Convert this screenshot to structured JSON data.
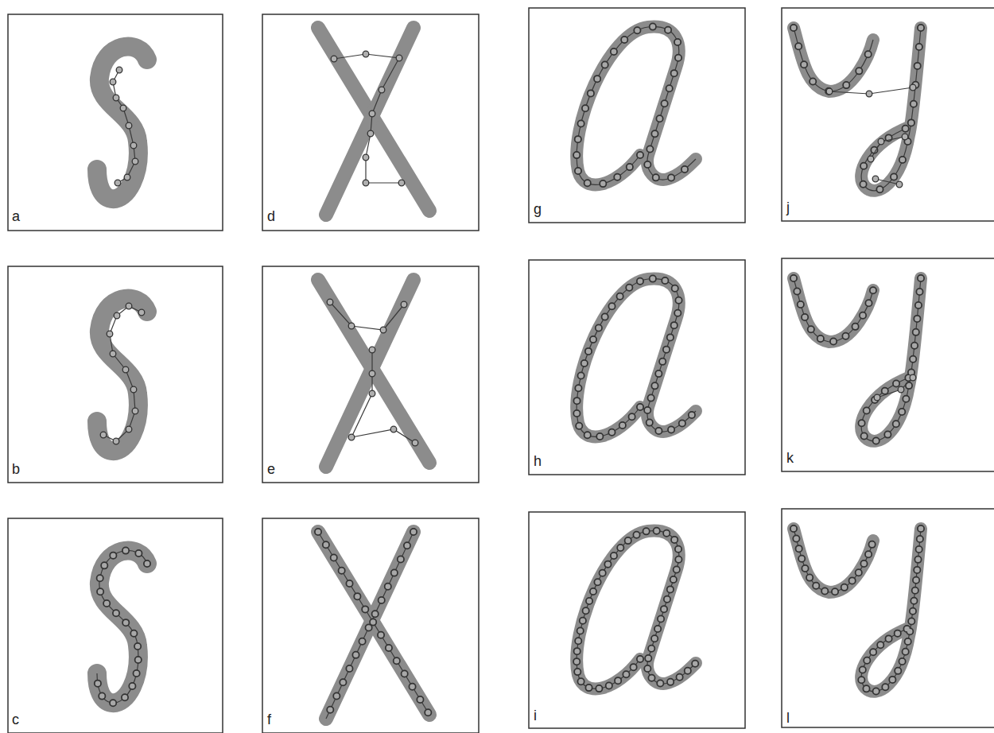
{
  "diagram": {
    "labels": [
      "a",
      "d",
      "g",
      "j",
      "b",
      "e",
      "h",
      "k",
      "c",
      "f",
      "i",
      "l"
    ]
  }
}
